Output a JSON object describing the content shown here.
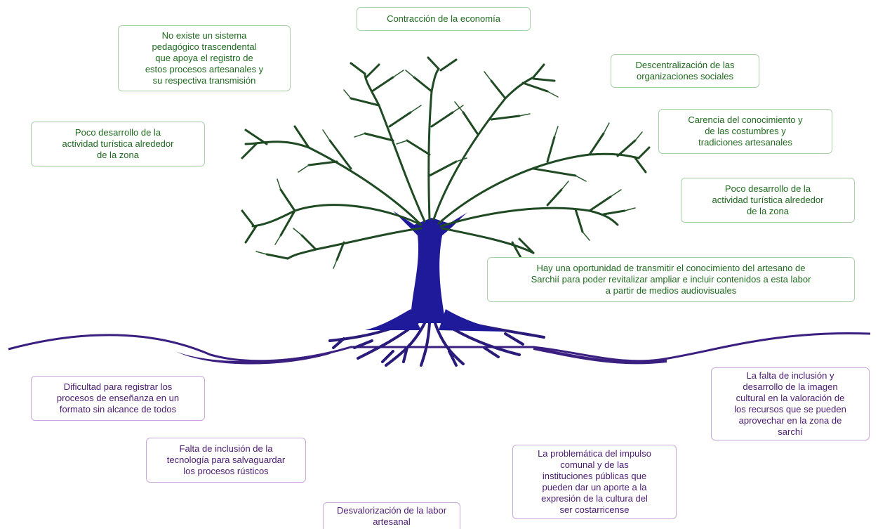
{
  "colors": {
    "branches": "#1f4a23",
    "trunk": "#1e1a9a",
    "roots": "#2a1a7a",
    "ground": "#3a1f80",
    "above_text": "#1f6a1f",
    "below_text": "#4a1a70",
    "above_border": "#a9cfa9",
    "below_border": "#c8a8d8"
  },
  "above_ground": {
    "top_center": "Contracción de la economía",
    "left_1": "No existe un sistema\npedagógico trascendental\nque apoya el registro de\nestos procesos artesanales y\nsu respectiva transmisión",
    "left_2": "Poco desarrollo de la\nactividad turística alrededor\nde la zona",
    "right_1": "Descentralización de las\norganizaciones sociales",
    "right_2": "Carencia del conocimiento y\nde las costumbres y\ntradiciones artesanales",
    "right_3": "Poco desarrollo de la\nactividad turística alrededor\nde la zona",
    "right_4": "Hay una oportunidad de transmitir el conocimiento del artesano de\nSarchií para poder revitalizar ampliar e incluir contenidos a esta labor\na partir de medios audiovisuales"
  },
  "below_ground": {
    "left_1": "Dificultad para registrar los\nprocesos de enseñanza en un\nformato sin alcance de todos",
    "left_2": "Falta de inclusión de la\ntecnología para salvaguardar\nlos procesos rústicos",
    "bottom_center": "Desvalorización de la labor\nartesanal",
    "center_right": "La problemática del impulso\ncomunal y de las\ninstituciones públicas que\npueden dar un aporte a la\nexpresión de la cultura del\nser costarricense",
    "right": "La falta de inclusión y\ndesarrollo de la imagen\ncultural en la valoración de\nlos recursos que se pueden\naprovechar en la zona de\nsarchí"
  }
}
